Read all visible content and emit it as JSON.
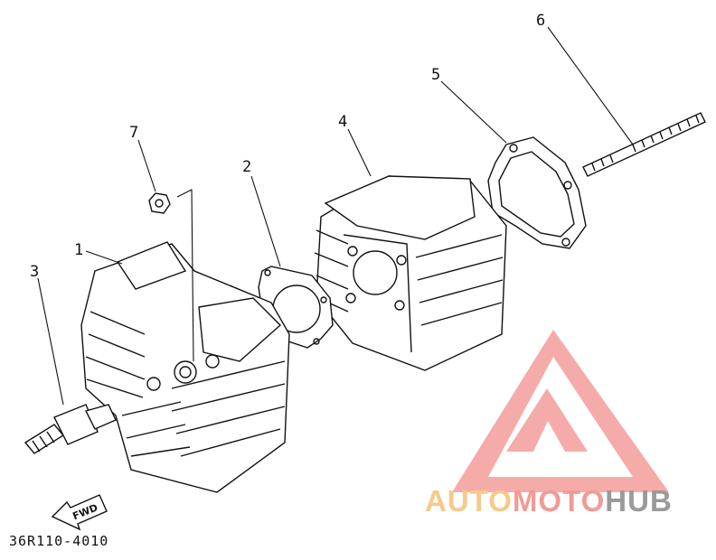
{
  "callouts": [
    "1",
    "2",
    "3",
    "4",
    "5",
    "6",
    "7"
  ],
  "fwd_label": "FWD",
  "diagram_code": "36R110-4010",
  "watermark": {
    "text_parts": [
      "AUTO",
      "MOTO",
      "HUB"
    ],
    "colors": {
      "auto": "#f7c98a",
      "moto": "#f29a96",
      "hub": "#9a9a9a",
      "triangle": "#f4a3a0"
    }
  }
}
